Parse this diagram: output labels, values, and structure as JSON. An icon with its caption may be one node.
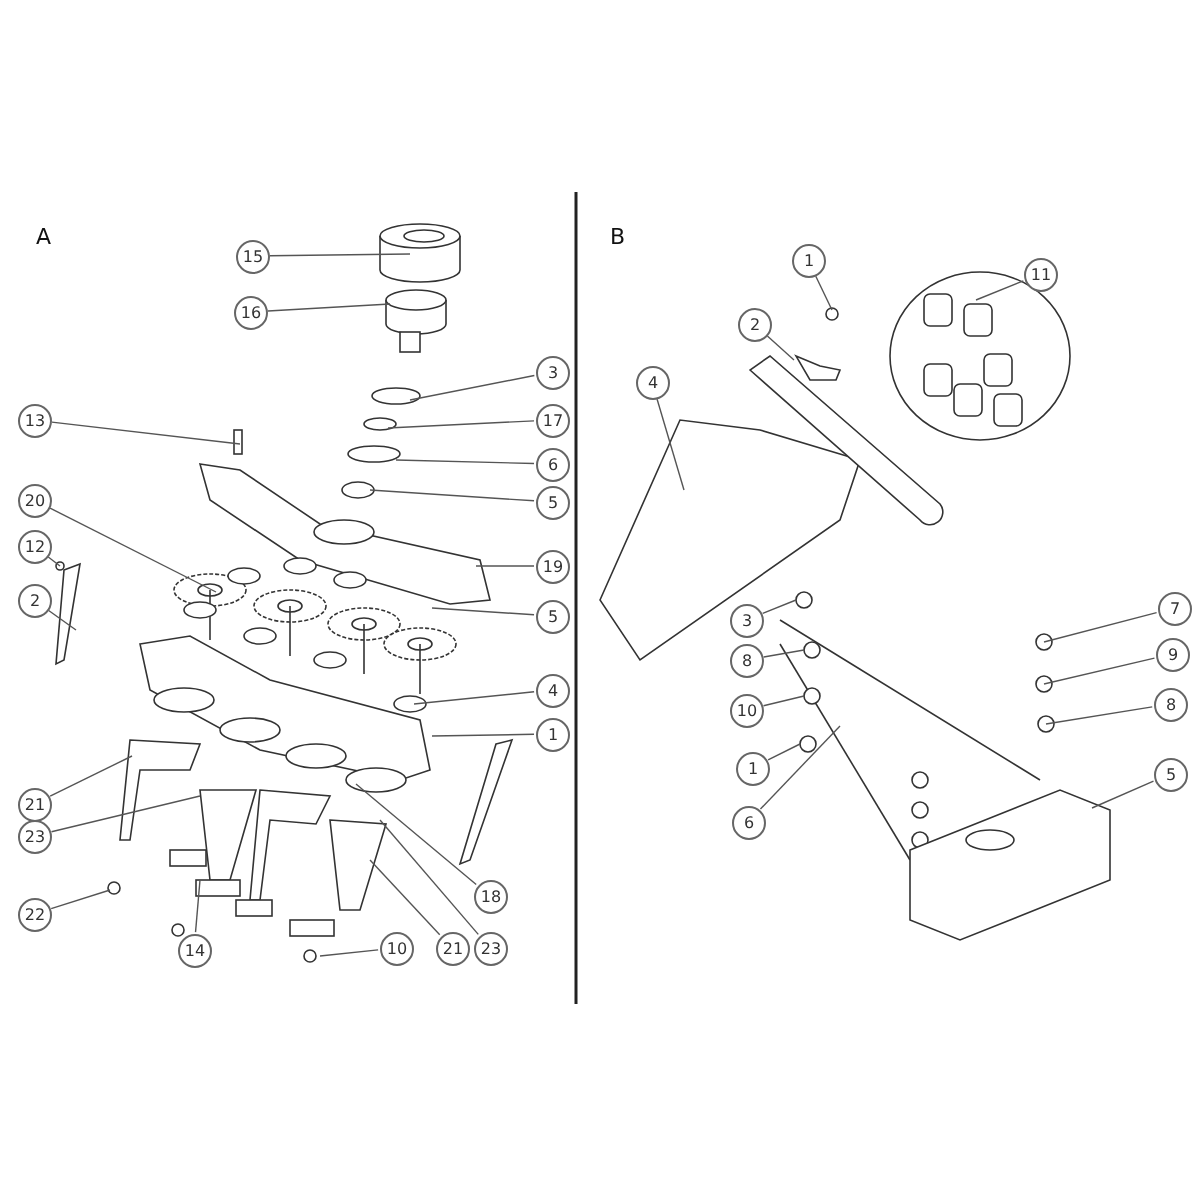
{
  "diagram": {
    "nodes": [
      {
        "text": [
          "15"
        ]
      },
      {
        "text": [
          "16"
        ]
      },
      {
        "text": [
          "3"
        ]
      },
      {
        "text": [
          "17"
        ]
      },
      {
        "text": [
          "6"
        ]
      },
      {
        "text": [
          "5"
        ]
      },
      {
        "text": [
          "13"
        ]
      },
      {
        "text": [
          "19"
        ]
      },
      {
        "text": [
          "20"
        ]
      },
      {
        "text": [
          "12"
        ]
      },
      {
        "text": [
          "2"
        ]
      },
      {
        "text": [
          "5"
        ]
      },
      {
        "text": [
          "4"
        ]
      },
      {
        "text": [
          "1"
        ]
      },
      {
        "text": [
          "21"
        ]
      },
      {
        "text": [
          "23"
        ]
      },
      {
        "text": [
          "22"
        ]
      },
      {
        "text": [
          "14"
        ]
      },
      {
        "text": [
          "18"
        ]
      },
      {
        "text": [
          "21"
        ]
      },
      {
        "text": [
          "23"
        ]
      },
      {
        "text": [
          "10"
        ]
      },
      {
        "text": [
          "1"
        ]
      },
      {
        "text": [
          "2"
        ]
      },
      {
        "text": [
          "4"
        ]
      },
      {
        "text": [
          "11"
        ]
      },
      {
        "text": [
          "3"
        ]
      },
      {
        "text": [
          "8"
        ]
      },
      {
        "text": [
          "10"
        ]
      },
      {
        "text": [
          "1"
        ]
      },
      {
        "text": [
          "6"
        ]
      },
      {
        "text": [
          "7"
        ]
      },
      {
        "text": [
          "9"
        ]
      },
      {
        "text": [
          "8"
        ]
      },
      {
        "text": [
          "5"
        ]
      }
    ],
    "edges": [
      {
        "from": 0,
        "to": null,
        "arrow": "none"
      },
      {
        "from": 1,
        "to": null,
        "arrow": "none"
      },
      {
        "from": 2,
        "to": null,
        "arrow": "none"
      },
      {
        "from": 3,
        "to": null,
        "arrow": "none"
      },
      {
        "from": 4,
        "to": null,
        "arrow": "none"
      },
      {
        "from": 5,
        "to": null,
        "arrow": "none"
      },
      {
        "from": 6,
        "to": null,
        "arrow": "none"
      },
      {
        "from": 7,
        "to": null,
        "arrow": "none"
      },
      {
        "from": 8,
        "to": null,
        "arrow": "none"
      },
      {
        "from": 9,
        "to": null,
        "arrow": "none"
      },
      {
        "from": 10,
        "to": null,
        "arrow": "none"
      },
      {
        "from": 11,
        "to": null,
        "arrow": "none"
      },
      {
        "from": 12,
        "to": null,
        "arrow": "none"
      },
      {
        "from": 13,
        "to": null,
        "arrow": "none"
      },
      {
        "from": 14,
        "to": null,
        "arrow": "none"
      },
      {
        "from": 15,
        "to": null,
        "arrow": "none"
      },
      {
        "from": 16,
        "to": null,
        "arrow": "none"
      },
      {
        "from": 17,
        "to": null,
        "arrow": "none"
      },
      {
        "from": 18,
        "to": null,
        "arrow": "none"
      },
      {
        "from": 19,
        "to": null,
        "arrow": "none"
      },
      {
        "from": 20,
        "to": null,
        "arrow": "none"
      },
      {
        "from": 21,
        "to": null,
        "arrow": "none"
      },
      {
        "from": 22,
        "to": null,
        "arrow": "none"
      },
      {
        "from": 23,
        "to": null,
        "arrow": "none"
      },
      {
        "from": 24,
        "to": null,
        "arrow": "none"
      },
      {
        "from": 25,
        "to": null,
        "arrow": "none"
      },
      {
        "from": 26,
        "to": null,
        "arrow": "none"
      },
      {
        "from": 27,
        "to": null,
        "arrow": "none"
      },
      {
        "from": 28,
        "to": null,
        "arrow": "none"
      },
      {
        "from": 29,
        "to": null,
        "arrow": "none"
      },
      {
        "from": 30,
        "to": null,
        "arrow": "none"
      },
      {
        "from": 31,
        "to": null,
        "arrow": "none"
      },
      {
        "from": 32,
        "to": null,
        "arrow": "none"
      },
      {
        "from": 33,
        "to": null,
        "arrow": "none"
      },
      {
        "from": 34,
        "to": null,
        "arrow": "none"
      }
    ],
    "labels": [
      "A",
      "B"
    ]
  }
}
